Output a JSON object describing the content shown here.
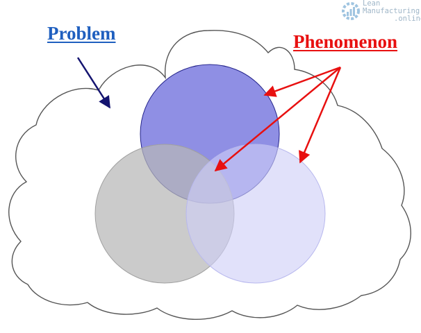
{
  "labels": {
    "problem": "Problem",
    "phenomenon": "Phenomenon"
  },
  "logo": {
    "line1": "Lean",
    "line2": "Manufacturing",
    "line3": ".online"
  },
  "colors": {
    "problem_text": "#1f5fbf",
    "phenomenon_text": "#e81010",
    "problem_arrow": "#141470",
    "phenomenon_arrow": "#e81010",
    "cloud_outline": "#555555",
    "circle_blue_fill": "#8f8fe4",
    "circle_blue_stroke": "#23238a",
    "circle_gray_fill": "#b7b7b7",
    "circle_gray_stroke": "#a0a0a0",
    "circle_light_fill": "#cfcff7",
    "circle_light_stroke": "#b8b8ee",
    "logo_icon": "#9fc4e0"
  },
  "icons": {
    "logo": "gear-chart-icon"
  }
}
